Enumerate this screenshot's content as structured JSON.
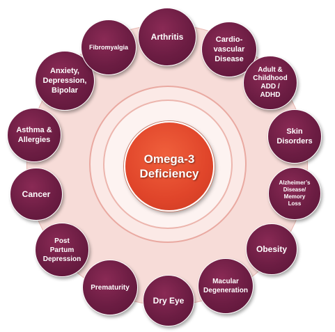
{
  "center": {
    "line1": "Omega-3",
    "line2": "Deficiency"
  },
  "conditions": [
    {
      "label": "Arthritis"
    },
    {
      "label": "Cardio-\nvascular\nDisease"
    },
    {
      "label": "Adult &\nChildhood\nADD /\nADHD"
    },
    {
      "label": "Skin\nDisorders"
    },
    {
      "label": "Alzheimer’s\nDisease/\nMemory\nLoss"
    },
    {
      "label": "Obesity"
    },
    {
      "label": "Macular\nDegeneration"
    },
    {
      "label": "Dry Eye"
    },
    {
      "label": "Prematurity"
    },
    {
      "label": "Post\nPartum\nDepression"
    },
    {
      "label": "Cancer"
    },
    {
      "label": "Asthma &\nAllergies"
    },
    {
      "label": "Anxiety,\nDepression,\nBipolar"
    },
    {
      "label": "Fibromyalgia"
    }
  ],
  "colors": {
    "node": "#6c1d43",
    "center": "#e0452a",
    "ring": "#f7dcd8"
  }
}
